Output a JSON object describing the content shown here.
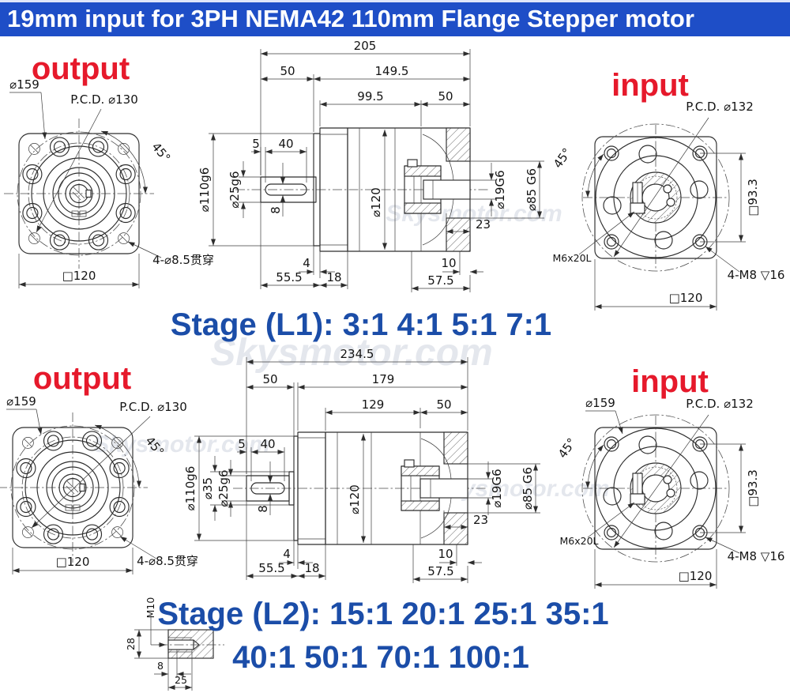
{
  "title": "19mm input for 3PH NEMA42 110mm Flange Stepper motor",
  "watermark": "Skysmotor.com",
  "colors": {
    "banner": "#1e4ec7",
    "accent_red": "#e6192b",
    "accent_blue": "#1b4da8"
  },
  "stages": {
    "l1": "Stage (L1):  3:1  4:1  5:1  7:1",
    "l2a": "Stage (L2):  15:1  20:1  25:1  35:1",
    "l2b": "40:1  50:1  70:1  100:1"
  },
  "top": {
    "output": {
      "label": "output",
      "dia": "⌀159",
      "pcd": "P.C.D. ⌀130",
      "angle": "45°",
      "square": "□120",
      "holes": "4-⌀8.5贯穿"
    },
    "side": {
      "total": "205",
      "front": "50",
      "rear": "149.5",
      "body": "99.5",
      "input": "50",
      "key_off": "5",
      "key_len": "40",
      "shaft": "⌀25g6",
      "pilot": "⌀110g6",
      "key_h": "8",
      "bodydia": "⌀120",
      "bore": "⌀19G6",
      "inpilot": "⌀85 G6",
      "depth": "23",
      "boss": "4",
      "front_total": "55.5",
      "flange": "18",
      "end": "10",
      "inlen": "57.5"
    },
    "input": {
      "label": "input",
      "pcd": "P.C.D. ⌀132",
      "angle": "45°",
      "mount": "□93.3",
      "screw": "M6x20L",
      "taps": "4-M8 ▽16",
      "square": "□120"
    }
  },
  "bottom": {
    "output": {
      "label": "output",
      "dia": "⌀159",
      "pcd": "P.C.D. ⌀130",
      "angle": "45°",
      "square": "□120",
      "holes": "4-⌀8.5贯穿"
    },
    "side": {
      "total": "234.5",
      "front": "50",
      "rear": "179",
      "body": "129",
      "input": "50",
      "key_off": "5",
      "key_len": "40",
      "shaft": "⌀25g6",
      "boss_dia": "⌀35",
      "pilot": "⌀110g6",
      "key_h": "8",
      "bodydia": "⌀120",
      "bore": "⌀19G6",
      "inpilot": "⌀85 G6",
      "depth": "23",
      "boss": "4",
      "front_total": "55.5",
      "flange": "18",
      "end": "10",
      "inlen": "57.5"
    },
    "input": {
      "label": "input",
      "dia": "⌀159",
      "pcd": "P.C.D. ⌀132",
      "angle": "45°",
      "mount": "□93.3",
      "screw": "M6x20L",
      "taps": "4-M8 ▽16",
      "square": "□120"
    }
  },
  "detail": {
    "thread": "M10",
    "height": "28",
    "d8": "8",
    "d25": "25"
  }
}
